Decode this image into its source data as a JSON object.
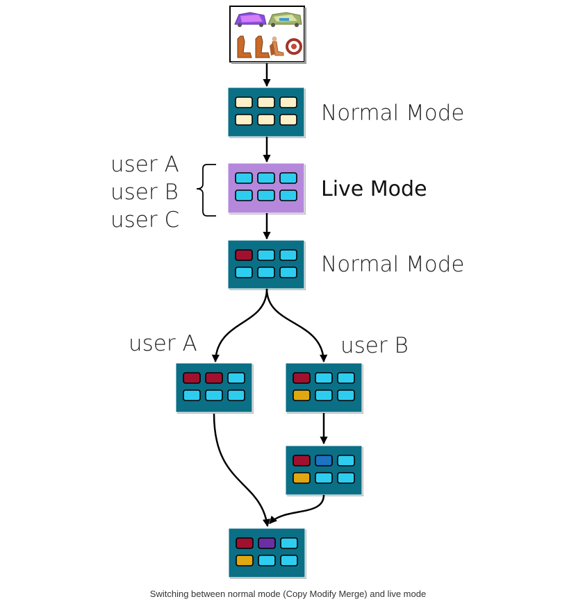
{
  "labels": {
    "normal_mode_1": "Normal Mode",
    "live_mode": "Live Mode",
    "normal_mode_2": "Normal Mode",
    "users_left": [
      "user A",
      "user B",
      "user C"
    ],
    "branch_user_a": "user A",
    "branch_user_b": "user B"
  },
  "caption": "Switching between normal mode (Copy Modify Merge) and live mode",
  "colors": {
    "panel": "#0b6f86",
    "live_panel": "#b588dc",
    "cell_default": "#2ecdf0",
    "cell_cream": "#fdf0c8",
    "cell_red": "#a0112f",
    "cell_orange": "#e1a710",
    "cell_blue": "#1c73c2",
    "cell_purple": "#6a2fa3"
  },
  "boxes": [
    {
      "name": "panel-normal-1",
      "cells": [
        "cream",
        "cream",
        "cream",
        "cream",
        "cream",
        "cream"
      ]
    },
    {
      "name": "panel-live",
      "cells": [
        "default",
        "default",
        "default",
        "default",
        "default",
        "default"
      ]
    },
    {
      "name": "panel-normal-2",
      "cells": [
        "red",
        "default",
        "default",
        "default",
        "default",
        "default"
      ]
    },
    {
      "name": "panel-user-a",
      "cells": [
        "red",
        "red",
        "default",
        "default",
        "default",
        "default"
      ]
    },
    {
      "name": "panel-user-b-1",
      "cells": [
        "red",
        "default",
        "default",
        "orange",
        "default",
        "default"
      ]
    },
    {
      "name": "panel-user-b-2",
      "cells": [
        "red",
        "blue",
        "default",
        "orange",
        "default",
        "default"
      ]
    },
    {
      "name": "panel-merged",
      "cells": [
        "red",
        "purple",
        "default",
        "orange",
        "default",
        "default"
      ]
    }
  ],
  "icons": [
    "car-body-icon",
    "car-frame-icon",
    "seat-icon",
    "seat-icon",
    "driver-icon",
    "steering-wheel-icon"
  ]
}
